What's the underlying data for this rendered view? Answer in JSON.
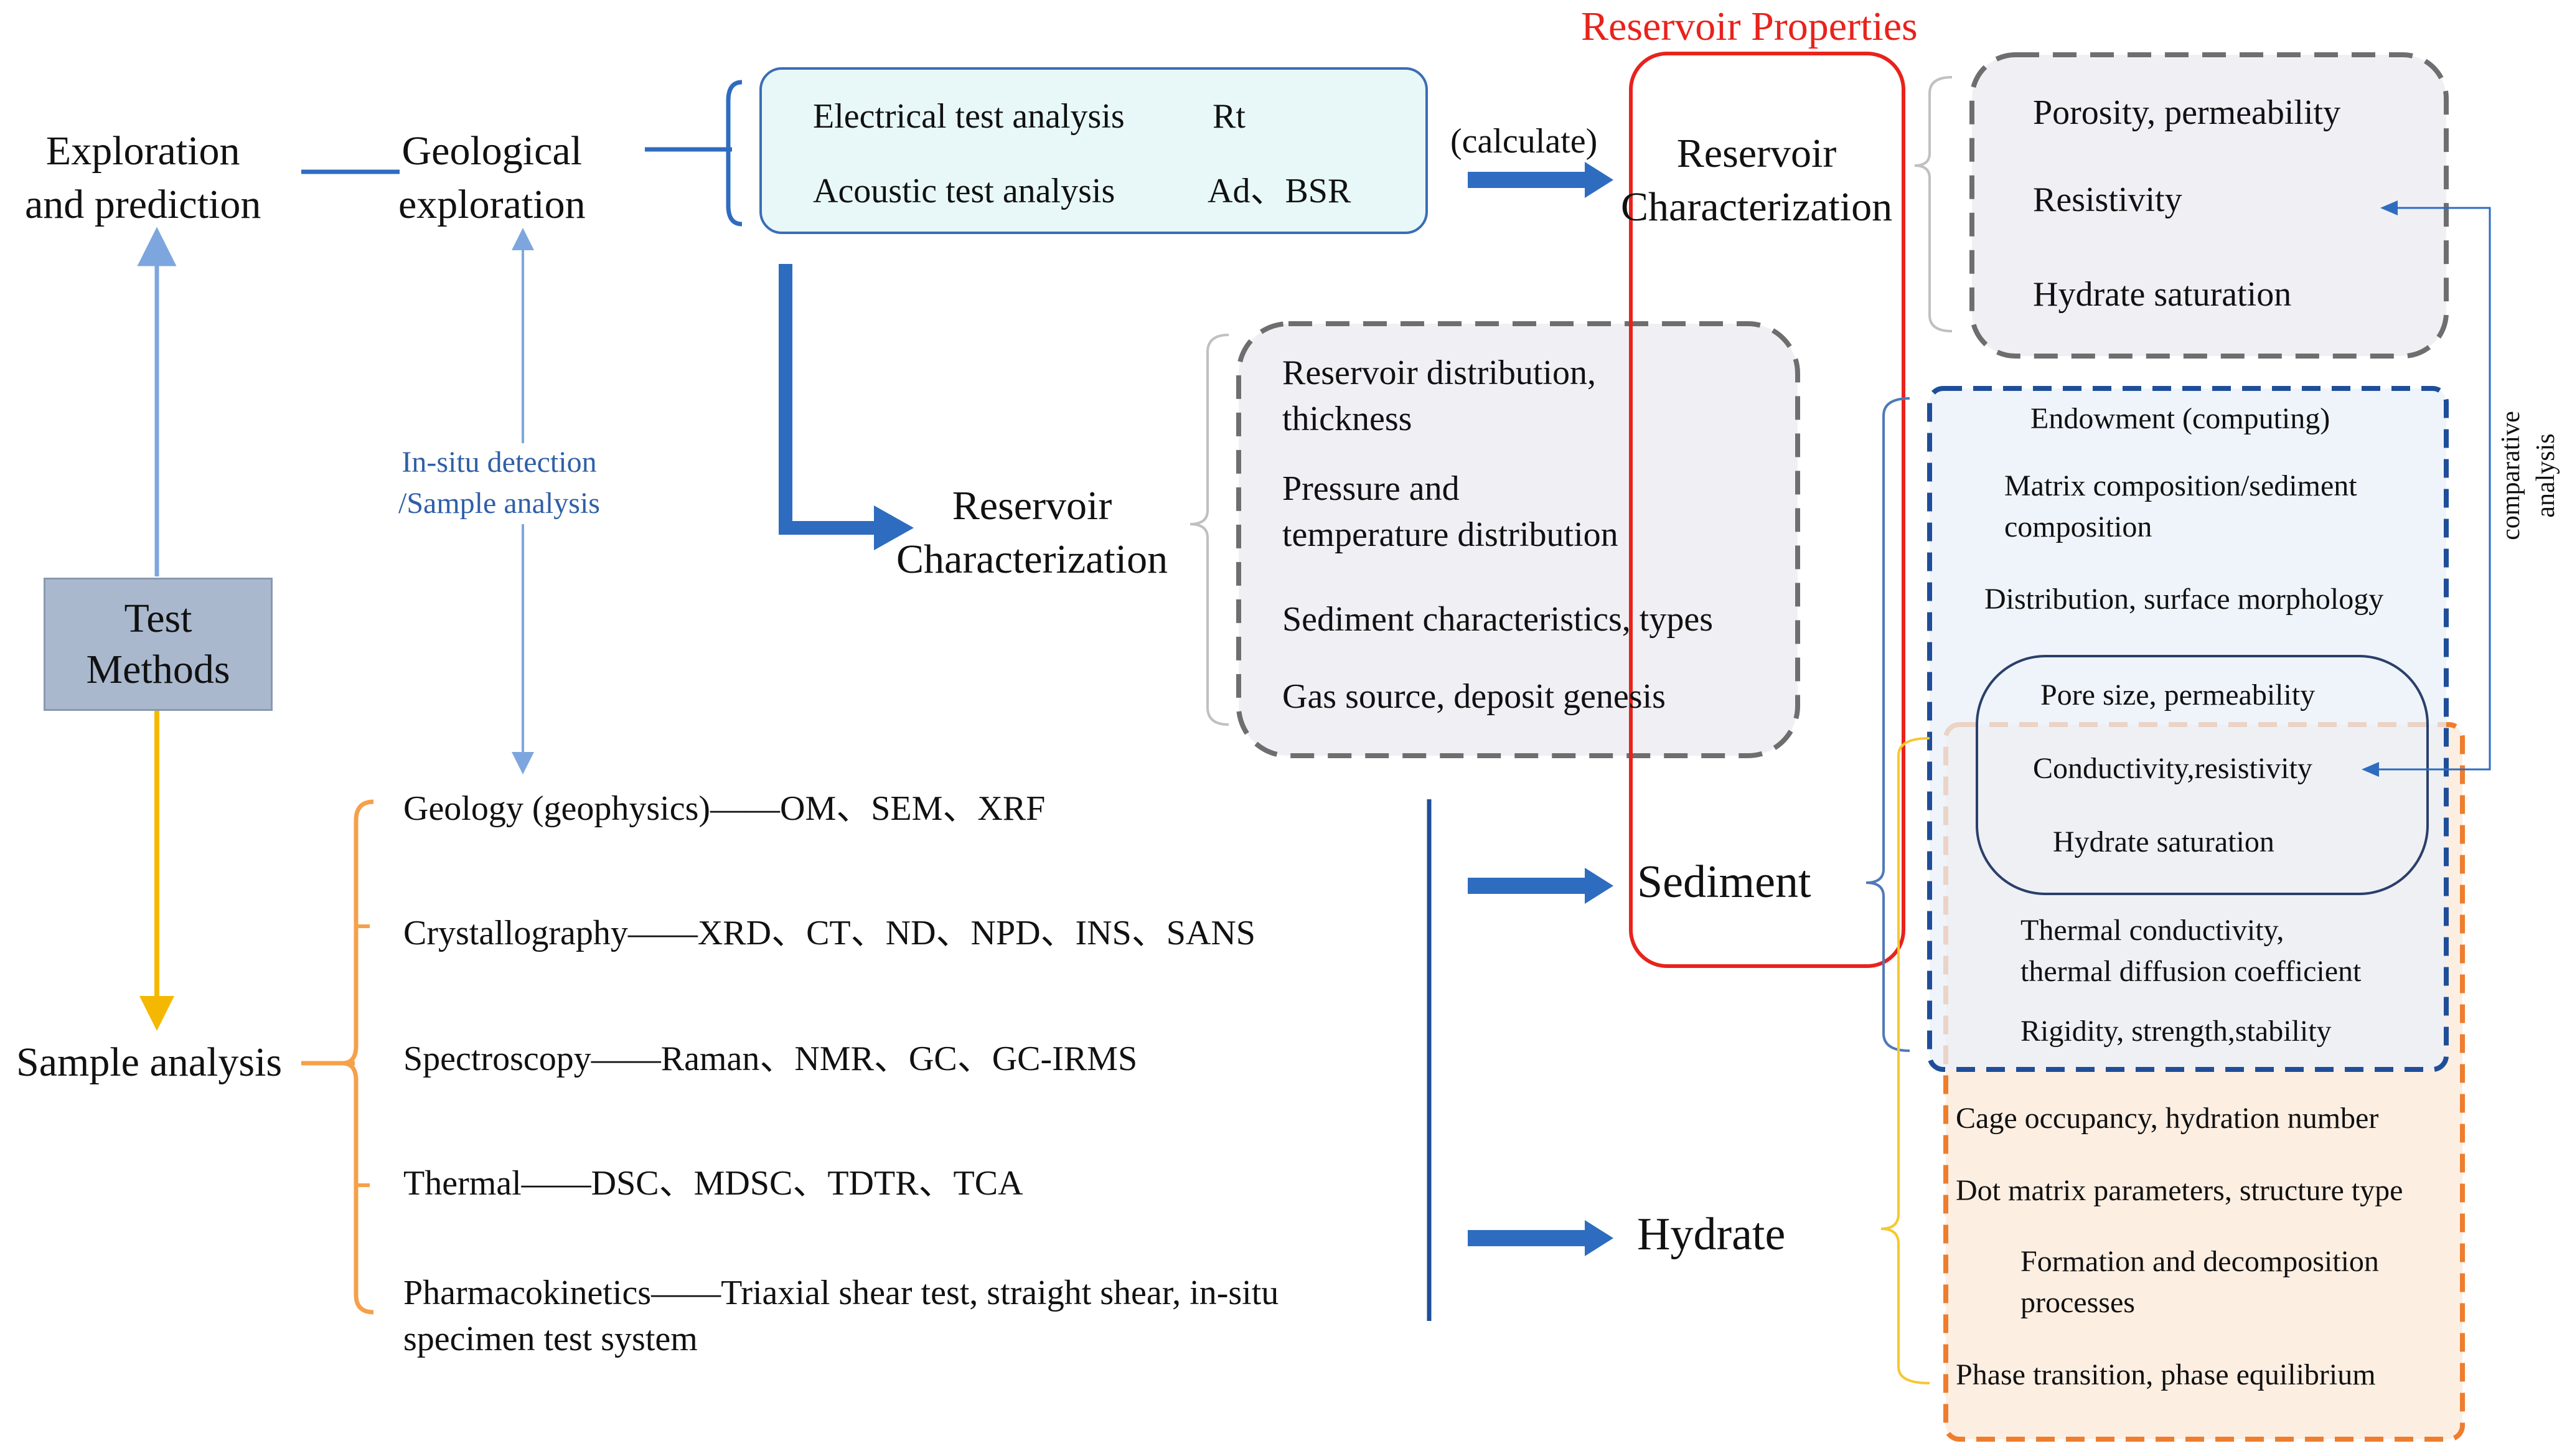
{
  "top_title": "Reservoir Properties",
  "left": {
    "exploration": "Exploration\nand prediction",
    "geological": "Geological\nexploration",
    "test_methods": "Test\nMethods",
    "sample_analysis": "Sample analysis",
    "insitu": "In-situ detection\n/Sample analysis"
  },
  "tests": {
    "electrical": "Electrical test analysis",
    "electrical_val": "Rt",
    "acoustic": "Acoustic test analysis",
    "acoustic_val": "Ad、BSR",
    "calculate": "(calculate)"
  },
  "reservoir_char_top": "Reservoir\nCharacterization",
  "reservoir_char_mid": "Reservoir\nCharacterization",
  "top_props": [
    "Porosity, permeability",
    "Resistivity",
    "Hydrate saturation"
  ],
  "mid_props": [
    "Reservoir distribution,\nthickness",
    "Pressure and\ntemperature distribution",
    "Sediment characteristics, types",
    "Gas source, deposit genesis"
  ],
  "methods": [
    "Geology (geophysics)——OM、SEM、XRF",
    "Crystallography——XRD、CT、ND、NPD、INS、SANS",
    "Spectroscopy——Raman、NMR、GC、GC-IRMS",
    "Thermal——DSC、MDSC、TDTR、TCA",
    "Pharmacokinetics——Triaxial shear test, straight shear, in-situ\nspecimen test system"
  ],
  "sediment": "Sediment",
  "hydrate": "Hydrate",
  "sediment_props": [
    "Endowment (computing)",
    "Matrix composition/sediment\ncomposition",
    "Distribution, surface morphology"
  ],
  "shared_props": [
    "Pore size, permeability",
    "Conductivity,resistivity",
    "Hydrate saturation"
  ],
  "sediment_props_lower": [
    "Thermal conductivity,\nthermal diffusion coefficient",
    "Rigidity, strength,stability"
  ],
  "hydrate_props": [
    "Cage occupancy, hydration number",
    "Dot matrix parameters, structure type",
    "Formation and decomposition\nprocesses",
    "Phase transition, phase equilibrium"
  ],
  "comparative": "comparative\nanalysis",
  "colors": {
    "blue_line": "#2e6cc0",
    "light_blue_line": "#7ea6de",
    "orange": "#f5a04a",
    "gold": "#f5b800",
    "red": "#e8231c",
    "gray_dash": "#6e6e6e",
    "navy_dash": "#1f4e99",
    "orange_dash": "#ee7d2e"
  }
}
